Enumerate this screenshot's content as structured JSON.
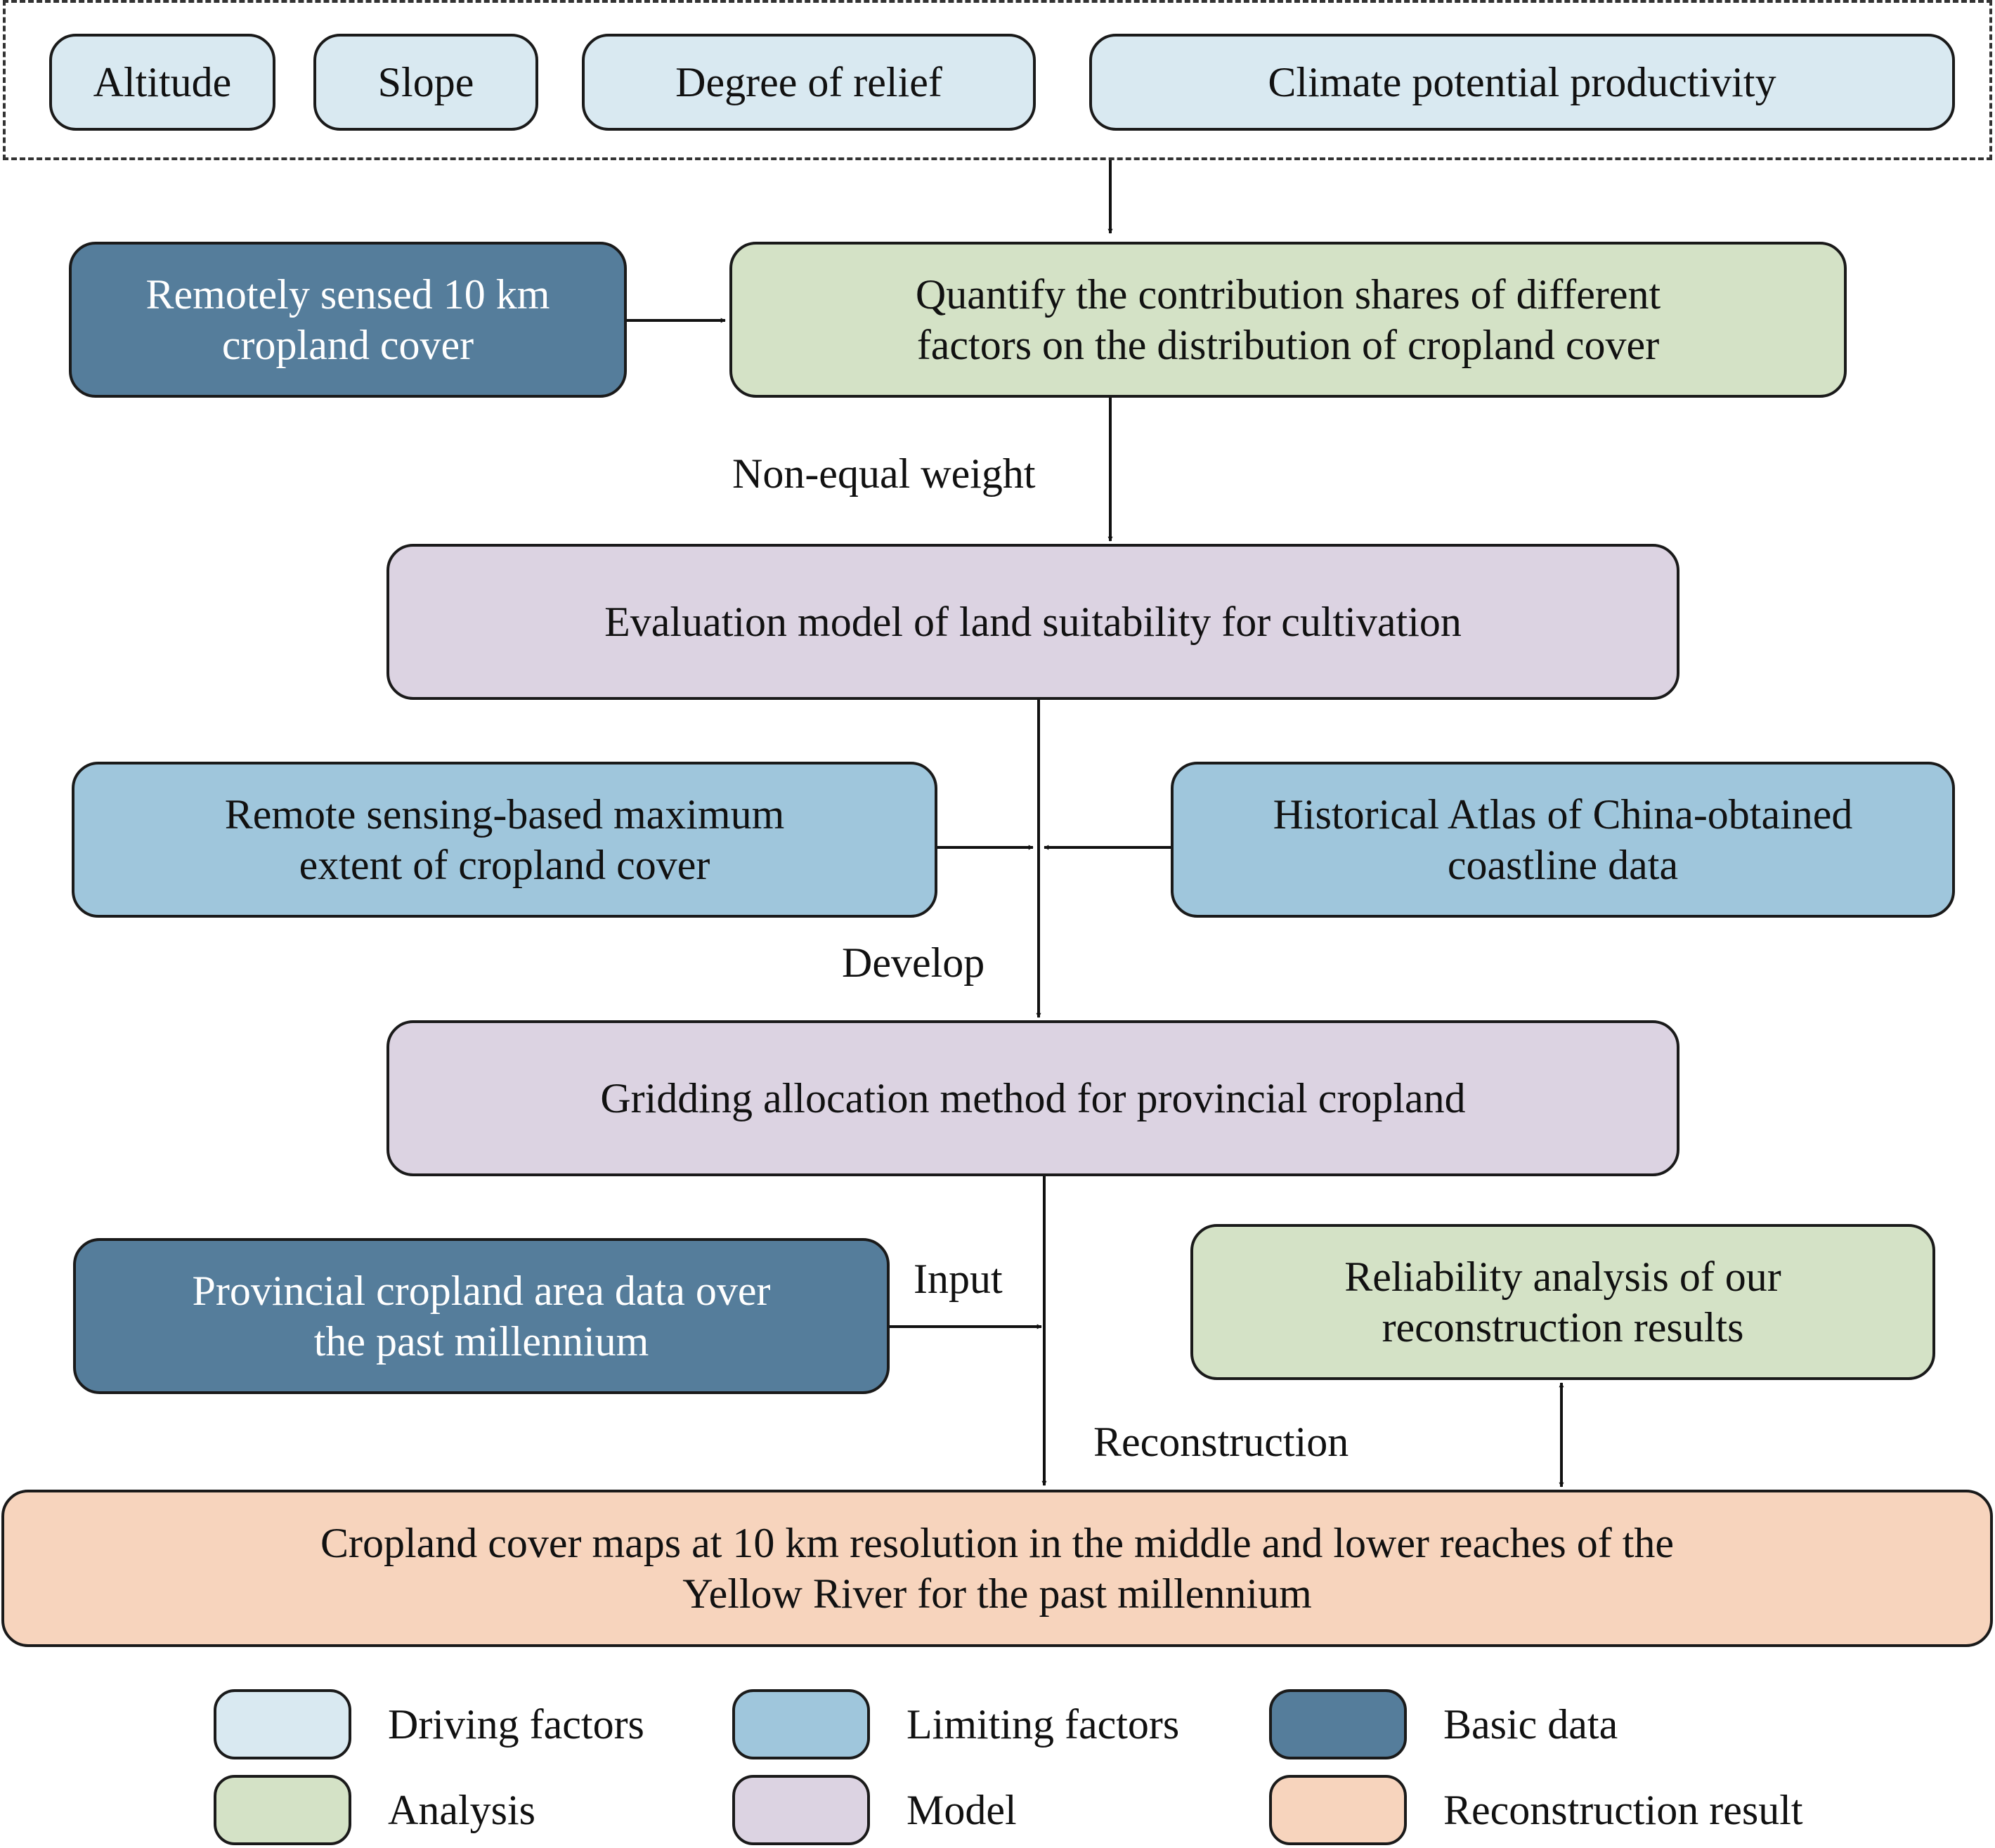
{
  "colors": {
    "driving": "#d9e9f1",
    "limiting": "#9fc6dc",
    "basic": "#557d9b",
    "analysis": "#d4e2c6",
    "model": "#dcd3e2",
    "result": "#f7d4bd"
  },
  "driving_factors": {
    "altitude": "Altitude",
    "slope": "Slope",
    "relief": "Degree of relief",
    "climate": "Climate potential productivity"
  },
  "nodes": {
    "remote10km": "Remotely sensed 10 km\ncropland cover",
    "quantify": "Quantify the contribution shares of different\nfactors on the distribution of cropland cover",
    "evaluation": "Evaluation model of land suitability for cultivation",
    "max_extent": "Remote sensing-based maximum\nextent of cropland cover",
    "atlas": "Historical Atlas of China-obtained\ncoastline data",
    "gridding": "Gridding allocation method for provincial cropland",
    "provincial": "Provincial cropland area data over\nthe past millennium",
    "reliability": "Reliability analysis of our\nreconstruction results",
    "result": "Cropland cover maps at 10 km resolution in the middle and lower reaches of the\nYellow River for the past millennium"
  },
  "edge_labels": {
    "non_equal": "Non-equal weight",
    "develop": "Develop",
    "input": "Input",
    "reconstruction": "Reconstruction"
  },
  "legend": {
    "driving": "Driving factors",
    "limiting": "Limiting factors",
    "basic": "Basic data",
    "analysis": "Analysis",
    "model": "Model",
    "result": "Reconstruction result"
  }
}
